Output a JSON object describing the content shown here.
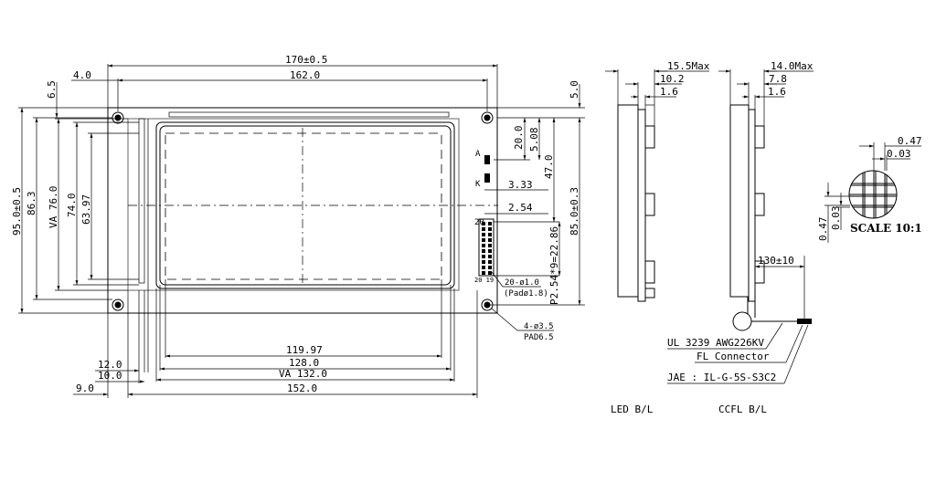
{
  "front_view": {
    "dim_top_overall": "170±0.5",
    "dim_top_inner": "162.0",
    "dim_left_offset": "4.0",
    "dim_top_margin": "6.5",
    "dim_right_margin": "5.0",
    "dim_height_overall": "95.0±0.5",
    "dim_height_inner": "86.3",
    "dim_va_height": "VA 76.0",
    "dim_aa_height": "74.0",
    "dim_dot_height": "63.97",
    "dim_pin_20": "20.0",
    "dim_pin_508": "5.08",
    "dim_pin_47": "47.0",
    "dim_pin_333": "3.33",
    "dim_pin_254": "2.54",
    "dim_pitch": "P2.54*9=22.86",
    "dim_height_mount": "85.0±0.3",
    "dim_holes_pin": "20-ø1.0",
    "dim_holes_pad": "(Padø1.8)",
    "dim_mount_holes": "4-ø3.5",
    "dim_mount_pad": "PAD6.5",
    "label_a": "A",
    "label_k": "K",
    "label_pin20": "20",
    "label_pin2019": "20 19",
    "dim_dot_width": "119.97",
    "dim_aa_width": "128.0",
    "dim_va_width": "VA 132.0",
    "dim_width_bottom": "152.0",
    "dim_left_12": "12.0",
    "dim_left_10": "10.0",
    "dim_left_9": "9.0"
  },
  "led_view": {
    "dim_max": "15.5Max",
    "dim_mid": "10.2",
    "dim_small": "1.6",
    "caption": "LED B/L"
  },
  "ccfl_view": {
    "dim_max": "14.0Max",
    "dim_mid": "7.8",
    "dim_small": "1.6",
    "dim_cable": "130±10",
    "cable_spec": "UL 3239 AWG226KV",
    "connector": "FL Connector",
    "jae": "JAE : IL-G-5S-S3C2",
    "caption": "CCFL B/L"
  },
  "dot_detail": {
    "dim_pitch_top": "0.47",
    "dim_gap_top": "0.03",
    "dim_pitch_left": "0.47",
    "dim_gap_left": "0.03",
    "scale": "SCALE 10:1"
  }
}
